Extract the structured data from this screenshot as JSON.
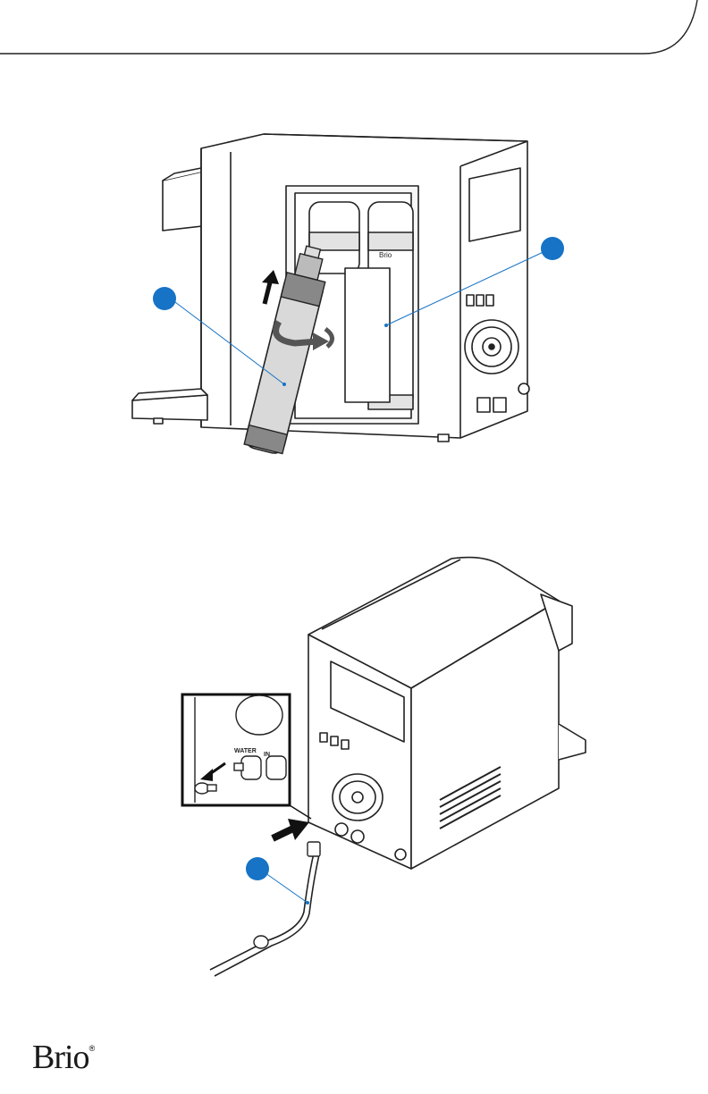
{
  "figures": {
    "filter_replacement": {
      "callout_color": "#1673c6",
      "filter_label": "Brio",
      "arrow_icon": "up-arrow",
      "rotation_icon": "rotate-arrow"
    },
    "water_inlet": {
      "callout_color": "#1673c6",
      "port_label_water": "WATER",
      "port_label_in": "IN",
      "arrow_icon": "insert-arrow"
    }
  },
  "footer": {
    "brand": "Brio",
    "registered_mark": "®"
  }
}
